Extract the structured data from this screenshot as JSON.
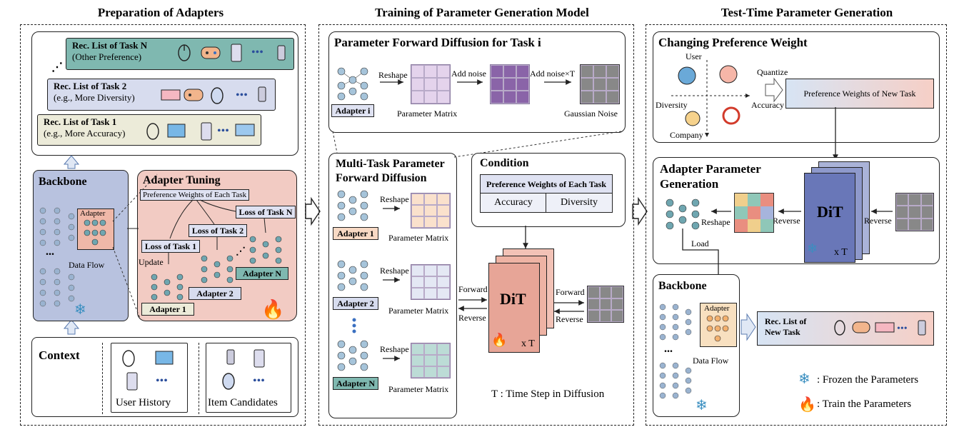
{
  "sections": {
    "prep": "Preparation of Adapters",
    "train": "Training of Parameter Generation Model",
    "test": "Test-Time Parameter Generation"
  },
  "prep": {
    "rec_n_title": "Rec. List of Task N",
    "rec_n_sub": "(Other Preference)",
    "rec_2_title": "Rec. List of Task 2",
    "rec_2_sub": "(e.g., More Diversity)",
    "rec_1_title": "Rec. List of Task 1",
    "rec_1_sub": "(e.g., More Accuracy)",
    "backbone": "Backbone",
    "adapter": "Adapter",
    "data_flow": "Data Flow",
    "ellipsis": "...",
    "adapter_tuning": "Adapter Tuning",
    "pref_weights_each": "Preference Weights of Each Task",
    "loss_n": "Loss of Task N",
    "loss_2": "Loss of Task 2",
    "loss_1": "Loss of Task 1",
    "update": "Update",
    "adapter_1": "Adapter 1",
    "adapter_2": "Adapter 2",
    "adapter_n": "Adapter N",
    "context": "Context",
    "user_history": "User History",
    "item_candidates": "Item Candidates"
  },
  "train": {
    "forward_title": "Parameter Forward Diffusion for Task i",
    "reshape": "Reshape",
    "add_noise": "Add noise",
    "add_noise_t": "Add noise×T",
    "adapter_i": "Adapter i",
    "param_matrix": "Parameter Matrix",
    "gaussian_noise": "Gaussian Noise",
    "multi_title": "Multi-Task Parameter Forward Diffusion",
    "adapter_1": "Adapter 1",
    "adapter_2": "Adapter 2",
    "adapter_n": "Adapter N",
    "condition": "Condition",
    "pref_weights_each": "Preference Weights of Each Task",
    "accuracy": "Accuracy",
    "diversity": "Diversity",
    "forward": "Forward",
    "reverse": "Reverse",
    "dit": "DiT",
    "xT": "x T",
    "time_step": "T :  Time Step in Diffusion"
  },
  "test": {
    "changing_title": "Changing Preference Weight",
    "user": "User",
    "diversity": "Diversity",
    "accuracy": "Accuracy",
    "company": "Company",
    "quantize": "Quantize",
    "pref_new": "Preference Weights of  New Task",
    "gen_title": "Adapter Parameter Generation",
    "dit": "DiT",
    "xT": "x T",
    "reshape": "Reshape",
    "reverse": "Reverse",
    "load": "Load",
    "backbone": "Backbone",
    "adapter": "Adapter",
    "data_flow": "Data Flow",
    "ellipsis": "...",
    "rec_new": "Rec. List of New Task",
    "frozen": ": Frozen the Parameters",
    "train": ": Train the Parameters"
  },
  "colors": {
    "backbone_bg": "#b8c2df",
    "tuning_bg": "#f2cbc3",
    "rec_n": "#7fb8b0",
    "rec_2": "#d7dcee",
    "rec_1": "#ecebd9",
    "dit_front": "#e7a597",
    "dit_blue": "#6977b8"
  }
}
